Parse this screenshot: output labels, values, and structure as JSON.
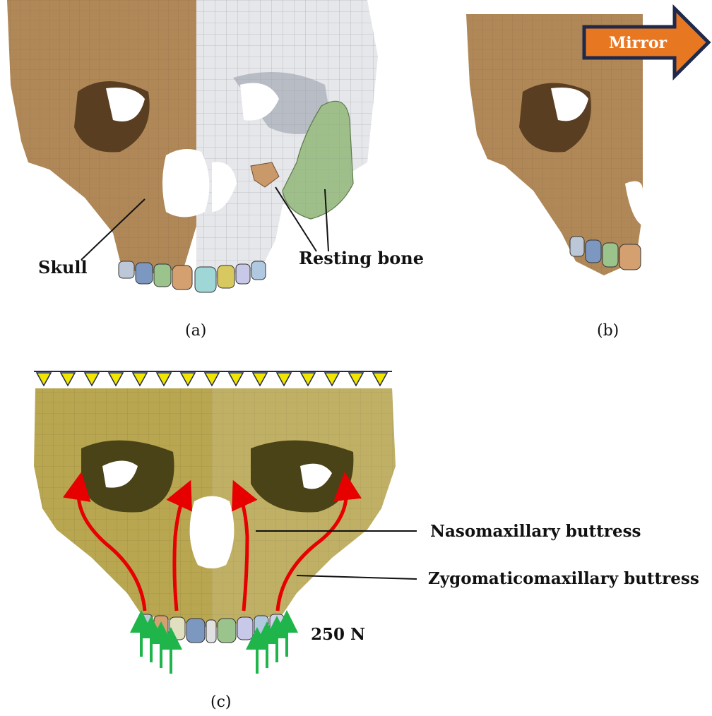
{
  "panels": {
    "a": {
      "caption": "(a)",
      "labels": {
        "skull": "Skull",
        "resting_bone": "Resting bone"
      }
    },
    "b": {
      "caption": "(b)",
      "arrow_label": "Mirror"
    },
    "c": {
      "caption": "(c)",
      "labels": {
        "nasomaxillary": "Nasomaxillary buttress",
        "zygomaticomaxillary": "Zygomaticomaxillary buttress",
        "force": "250 N"
      }
    }
  },
  "colors": {
    "skull_brown": "#b08858",
    "skull_white": "#e6e7ea",
    "resting_green": "#9fbf8a",
    "skull_gold": "#b8a650",
    "arrow_orange": "#e87722",
    "arrow_border": "#1f2a4a",
    "load_arrow_red": "#e60000",
    "force_arrow_green": "#1fb54a",
    "support_yellow": "#f2e600"
  }
}
